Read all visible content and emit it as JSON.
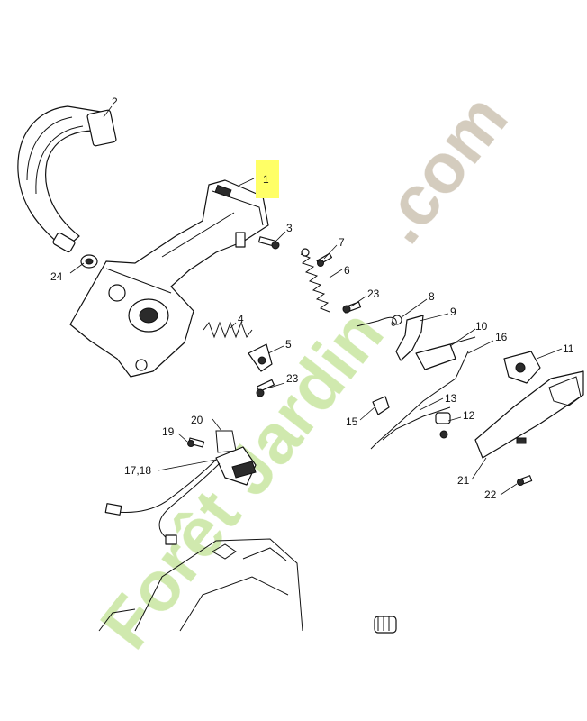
{
  "diagram": {
    "callouts": {
      "c1": "1",
      "c2": "2",
      "c3": "3",
      "c4": "4",
      "c5": "5",
      "c6": "6",
      "c7": "7",
      "c8": "8",
      "c9": "9",
      "c10": "10",
      "c11": "11",
      "c12": "12",
      "c13": "13",
      "c15": "15",
      "c16": "16",
      "c1718": "17,18",
      "c19": "19",
      "c20": "20",
      "c21": "21",
      "c22": "22",
      "c23a": "23",
      "c23b": "23",
      "c24": "24"
    },
    "highlight_color": "#ffff66"
  },
  "watermark": {
    "part1": "Forêt",
    "part2": "Jardin",
    "part3": ".com",
    "color_green": "#c8e6a0",
    "color_orange": "#f5b26b",
    "color_grey": "#cdc3b3"
  }
}
